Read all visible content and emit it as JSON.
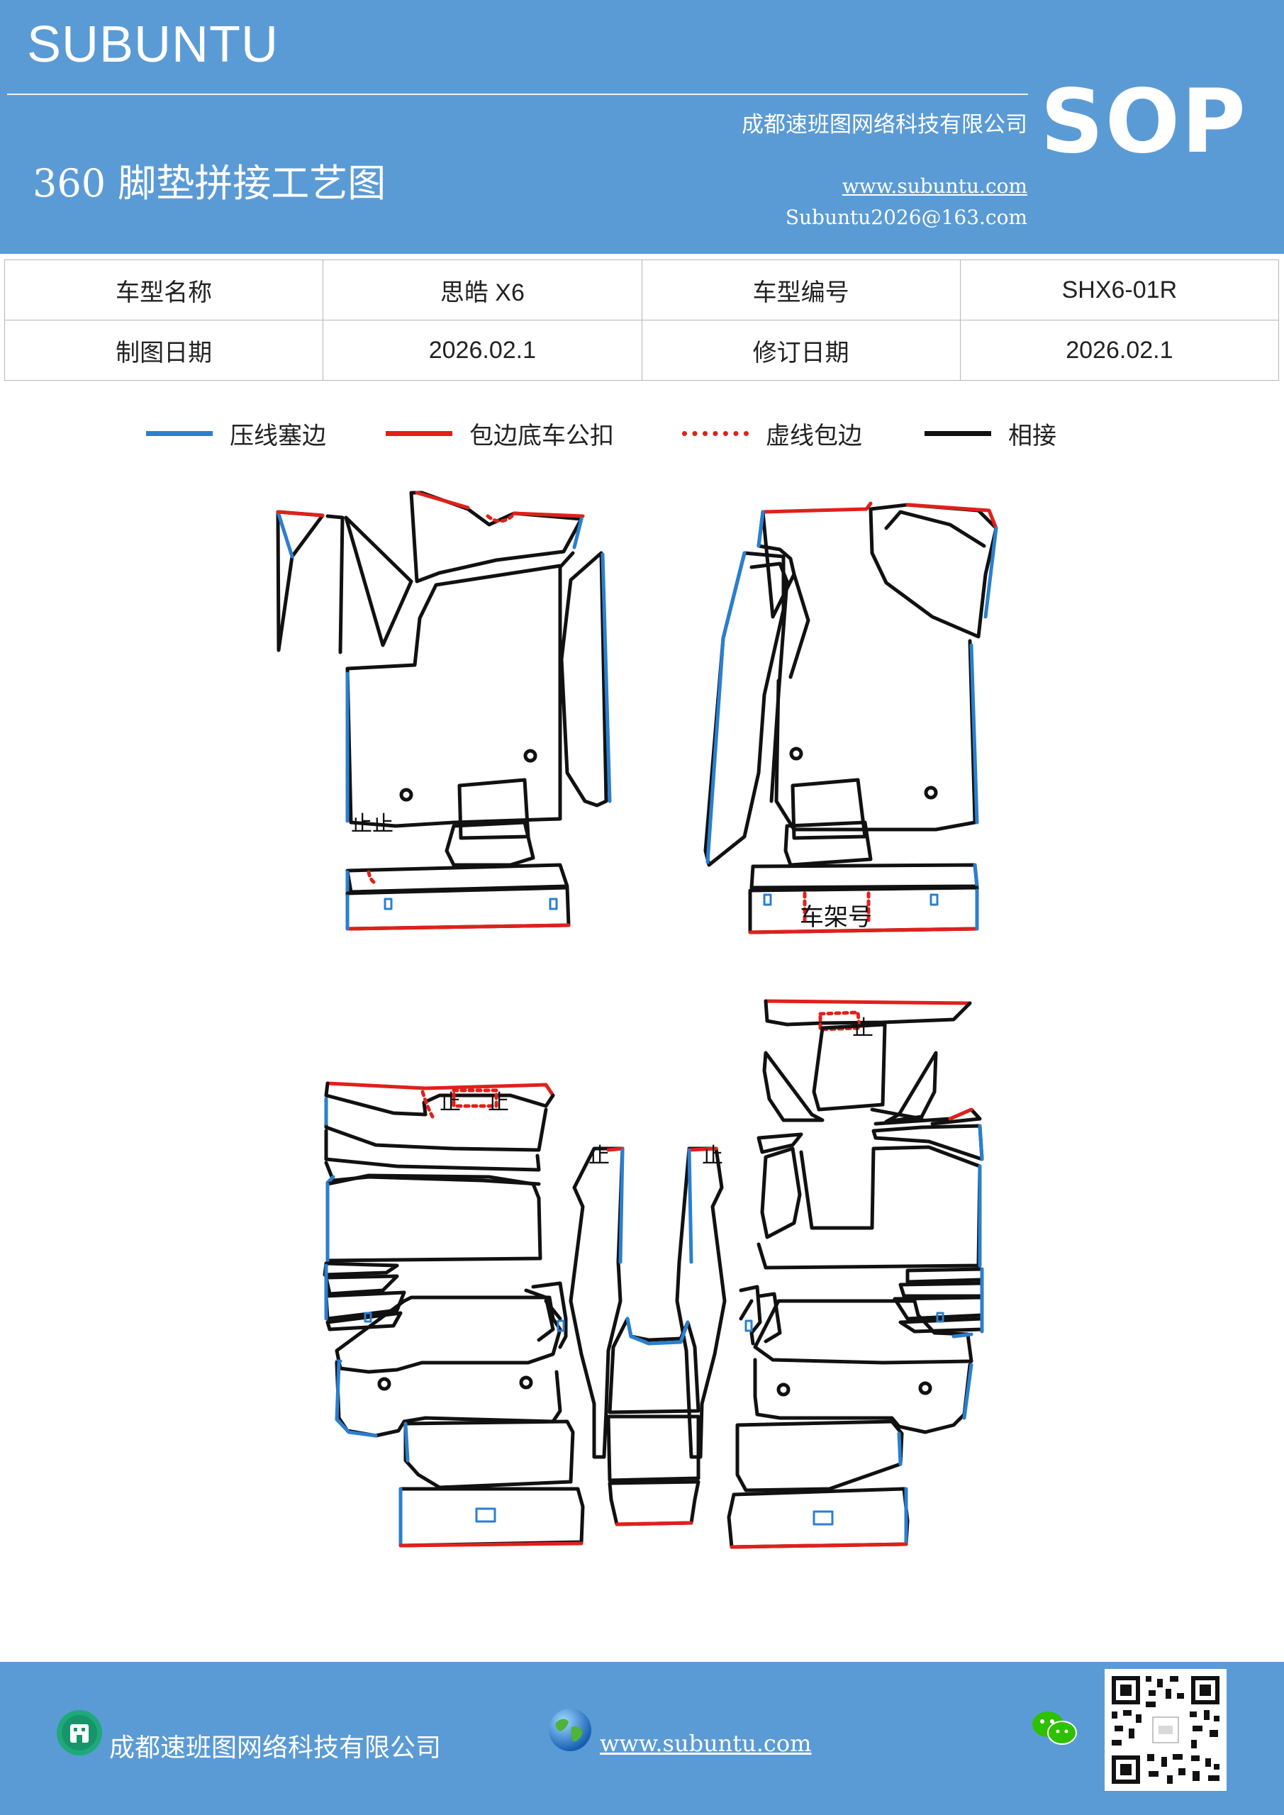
{
  "header": {
    "brand": "SUBUNTU",
    "badge": "SOP",
    "company": "成都速班图网络科技有限公司",
    "title": "360 脚垫拼接工艺图",
    "website": "www.subuntu.com",
    "email": "Subuntu2026@163.com"
  },
  "info_table": {
    "rows": [
      {
        "label1": "车型名称",
        "value1": "思皓 X6",
        "label2": "车型编号",
        "value2": "SHX6-01R"
      },
      {
        "label1": "制图日期",
        "value1": "2026.02.1",
        "label2": "修订日期",
        "value2": "2026.02.1"
      }
    ]
  },
  "legend": [
    {
      "label": "压线塞边",
      "style": "solid",
      "color": "#2a7fcf"
    },
    {
      "label": "包边底车公扣",
      "style": "solid",
      "color": "#e0201b"
    },
    {
      "label": "虚线包边",
      "style": "dotted",
      "color": "#e0201b"
    },
    {
      "label": "相接",
      "style": "solid",
      "color": "#111111"
    }
  ],
  "diagram": {
    "labels": {
      "stop": "止",
      "frame_number": "车架号"
    }
  },
  "footer": {
    "company": "成都速班图网络科技有限公司",
    "website": "www.subuntu.com",
    "icons": [
      "building-icon",
      "globe-icon",
      "wechat-icon",
      "qr-code"
    ]
  }
}
